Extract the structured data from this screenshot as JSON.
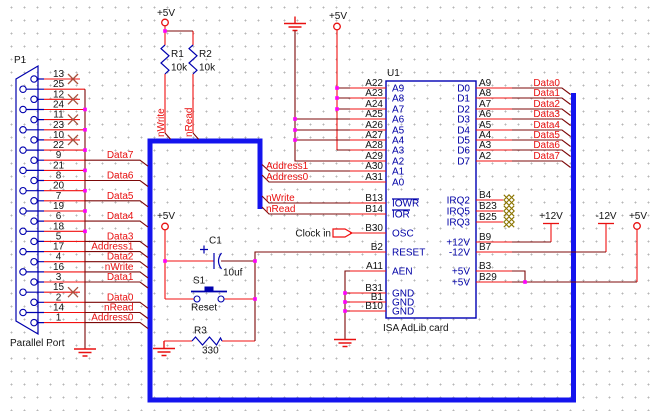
{
  "palette": {
    "wire_stub": "#f01010",
    "net_wire": "#7c0808",
    "bus": "#1414ee",
    "symbol_blue": "#0000ae",
    "label_red": "#e81010",
    "junction": "#ff00ff",
    "no_connect_x": "#a6503c",
    "no_connect_irq": "#8b7500"
  },
  "p1": {
    "ref": "P1",
    "caption": "Parallel Port",
    "pins": [
      {
        "num": "13"
      },
      {
        "num": "25"
      },
      {
        "num": "12"
      },
      {
        "num": "24"
      },
      {
        "num": "11"
      },
      {
        "num": "23"
      },
      {
        "num": "10"
      },
      {
        "num": "22"
      },
      {
        "num": "9",
        "net": "Data7"
      },
      {
        "num": "21"
      },
      {
        "num": "8",
        "net": "Data6"
      },
      {
        "num": "20"
      },
      {
        "num": "7",
        "net": "Data5"
      },
      {
        "num": "19"
      },
      {
        "num": "6",
        "net": "Data4"
      },
      {
        "num": "18"
      },
      {
        "num": "5",
        "net": "Data3"
      },
      {
        "num": "17",
        "net": "Address1"
      },
      {
        "num": "4",
        "net": "Data2"
      },
      {
        "num": "16",
        "net": "nWrite"
      },
      {
        "num": "3",
        "net": "Data1"
      },
      {
        "num": "15"
      },
      {
        "num": "2",
        "net": "Data0"
      },
      {
        "num": "14",
        "net": "nRead"
      },
      {
        "num": "1",
        "net": "Address0"
      }
    ]
  },
  "pullups": {
    "supply": "+5V",
    "r1": {
      "ref": "R1",
      "value": "10k",
      "net": "nWrite"
    },
    "r2": {
      "ref": "R2",
      "value": "10k",
      "net": "nRead"
    }
  },
  "address_config": {
    "supply": "+5V"
  },
  "reset": {
    "supply": "+5V",
    "c1": {
      "ref": "C1",
      "value": "10uf"
    },
    "s1": {
      "ref": "S1",
      "label": "Reset"
    },
    "r3": {
      "ref": "R3",
      "value": "330"
    }
  },
  "clock": {
    "label": "Clock in"
  },
  "bus_taps": [
    "Address1",
    "Address0",
    "nWrite",
    "nRead"
  ],
  "u1": {
    "ref": "U1",
    "caption": "ISA AdLib card",
    "left": [
      {
        "pin": "A22",
        "sig": "A9"
      },
      {
        "pin": "A23",
        "sig": "A8"
      },
      {
        "pin": "A24",
        "sig": "A7"
      },
      {
        "pin": "A25",
        "sig": "A6"
      },
      {
        "pin": "A26",
        "sig": "A5"
      },
      {
        "pin": "A27",
        "sig": "A4"
      },
      {
        "pin": "A28",
        "sig": "A3"
      },
      {
        "pin": "A29",
        "sig": "A2"
      },
      {
        "pin": "A30",
        "sig": "A1"
      },
      {
        "pin": "A31",
        "sig": "A0"
      },
      {
        "pin": "B13",
        "sig": "IOWR"
      },
      {
        "pin": "B14",
        "sig": "IOR"
      },
      {
        "pin": "B30",
        "sig": "OSC"
      },
      {
        "pin": "B2",
        "sig": "RESET"
      },
      {
        "pin": "A11",
        "sig": "AEN"
      },
      {
        "pin": "B31",
        "sig": "GND"
      },
      {
        "pin": "B1",
        "sig": "GND"
      },
      {
        "pin": "B10",
        "sig": "GND"
      }
    ],
    "right": [
      {
        "pin": "A9",
        "sig": "D0",
        "net": "Data0"
      },
      {
        "pin": "A8",
        "sig": "D1",
        "net": "Data1"
      },
      {
        "pin": "A7",
        "sig": "D2",
        "net": "Data2"
      },
      {
        "pin": "A6",
        "sig": "D3",
        "net": "Data3"
      },
      {
        "pin": "A5",
        "sig": "D4",
        "net": "Data4"
      },
      {
        "pin": "A4",
        "sig": "D5",
        "net": "Data5"
      },
      {
        "pin": "A3",
        "sig": "D6",
        "net": "Data6"
      },
      {
        "pin": "A2",
        "sig": "D7",
        "net": "Data7"
      },
      {
        "pin": "B4",
        "sig": "IRQ2"
      },
      {
        "pin": "B23",
        "sig": "IRQ5"
      },
      {
        "pin": "B25",
        "sig": "IRQ3"
      },
      {
        "pin": "B9",
        "sig": "+12V"
      },
      {
        "pin": "B7",
        "sig": "-12V"
      },
      {
        "pin": "B3",
        "sig": "+5V"
      },
      {
        "pin": "B29",
        "sig": "+5V"
      }
    ]
  },
  "power_right": {
    "p12": "+12V",
    "n12": "-12V",
    "p5": "+5V"
  }
}
